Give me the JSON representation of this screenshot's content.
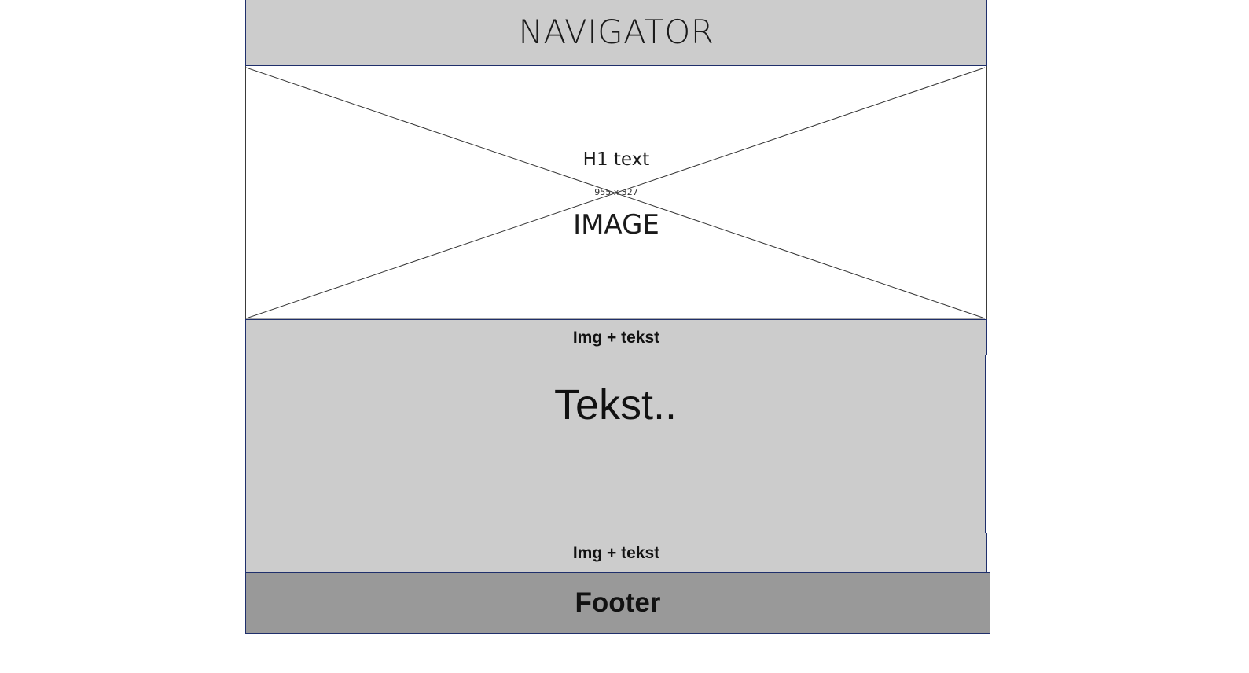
{
  "navigator": {
    "title": "NAVIGATOR"
  },
  "hero_image": {
    "heading": "H1 text",
    "dimensions": "955 x 327",
    "label": "IMAGE"
  },
  "section_img_text_1": {
    "label": "Img + tekst"
  },
  "text_section": {
    "label": "Tekst.."
  },
  "section_img_text_2": {
    "label": "Img + tekst"
  },
  "footer": {
    "label": "Footer"
  },
  "colors": {
    "block_fill": "#cccccc",
    "footer_fill": "#999999",
    "border": "#1f2f6b"
  }
}
